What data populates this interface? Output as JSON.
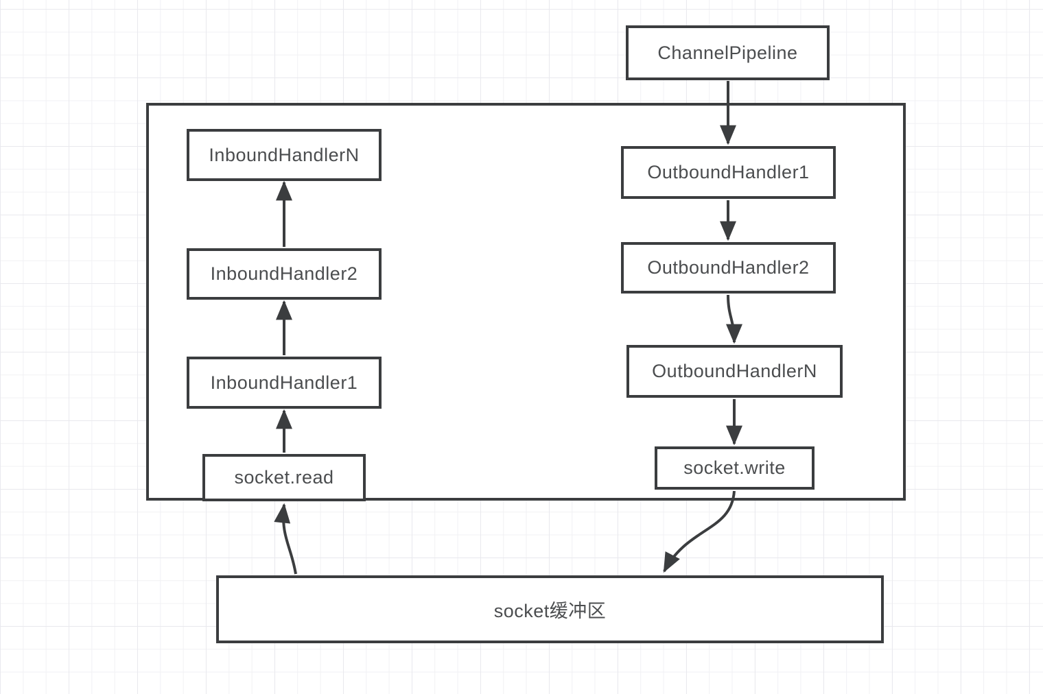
{
  "diagram": {
    "description": "Netty ChannelPipeline inbound/outbound handler flow"
  },
  "colors": {
    "line": "#3b3d3f",
    "text": "#4b4d4f",
    "node_bg": "#ffffff",
    "grid_minor": "#f1f1f4",
    "grid_major": "#e9e9ee",
    "canvas_bg": "#ffffff"
  },
  "nodes": {
    "channel_pipeline": {
      "label": "ChannelPipeline"
    },
    "inbound_handler_n": {
      "label": "InboundHandlerN"
    },
    "inbound_handler_2": {
      "label": "InboundHandler2"
    },
    "inbound_handler_1": {
      "label": "InboundHandler1"
    },
    "socket_read": {
      "label": "socket.read"
    },
    "outbound_handler_1": {
      "label": "OutboundHandler1"
    },
    "outbound_handler_2": {
      "label": "OutboundHandler2"
    },
    "outbound_handler_n": {
      "label": "OutboundHandlerN"
    },
    "socket_write": {
      "label": "socket.write"
    },
    "socket_buffer": {
      "label": "socket缓冲区"
    }
  },
  "edges": [
    {
      "from": "channel_pipeline",
      "to": "outbound_handler_1",
      "direction": "down"
    },
    {
      "from": "outbound_handler_1",
      "to": "outbound_handler_2",
      "direction": "down"
    },
    {
      "from": "outbound_handler_2",
      "to": "outbound_handler_n",
      "direction": "down"
    },
    {
      "from": "outbound_handler_n",
      "to": "socket_write",
      "direction": "down"
    },
    {
      "from": "socket_write",
      "to": "socket_buffer",
      "direction": "down-curved"
    },
    {
      "from": "socket_buffer",
      "to": "socket_read",
      "direction": "up-curved"
    },
    {
      "from": "socket_read",
      "to": "inbound_handler_1",
      "direction": "up"
    },
    {
      "from": "inbound_handler_1",
      "to": "inbound_handler_2",
      "direction": "up"
    },
    {
      "from": "inbound_handler_2",
      "to": "inbound_handler_n",
      "direction": "up"
    }
  ]
}
